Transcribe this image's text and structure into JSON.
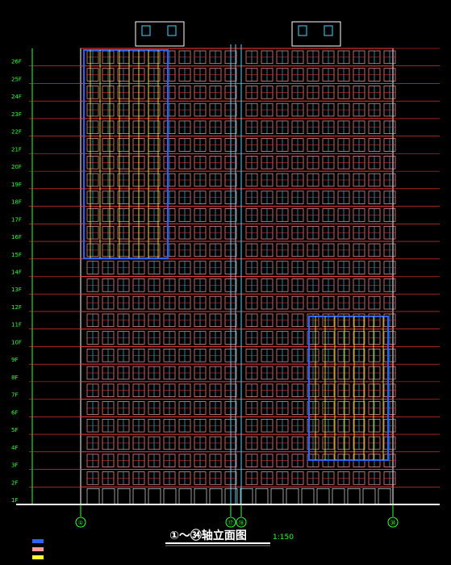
{
  "drawing": {
    "title": "①～㉞轴立面图",
    "scale": "1:150",
    "floors": [
      "1F",
      "2F",
      "3F",
      "4F",
      "5F",
      "6F",
      "7F",
      "8F",
      "9F",
      "10F",
      "11F",
      "12F",
      "13F",
      "14F",
      "15F",
      "16F",
      "17F",
      "18F",
      "19F",
      "20F",
      "21F",
      "22F",
      "23F",
      "24F",
      "25F",
      "26F"
    ],
    "axis_labels": {
      "left": "①",
      "mid_a": "⑰",
      "mid_b": "⑱",
      "right": "㉞"
    },
    "legend": [
      "",
      "",
      ""
    ]
  },
  "colors": {
    "background": "#000000",
    "facade_red": "#ff3b3b",
    "facade_pink": "#ff9a9a",
    "window_cyan": "#3fd7ff",
    "window_yellow": "#ffff33",
    "panel_blue": "#2c63ff",
    "ground_white": "#ffffff",
    "dim_green": "#33ff33",
    "title_white": "#ffffff"
  }
}
